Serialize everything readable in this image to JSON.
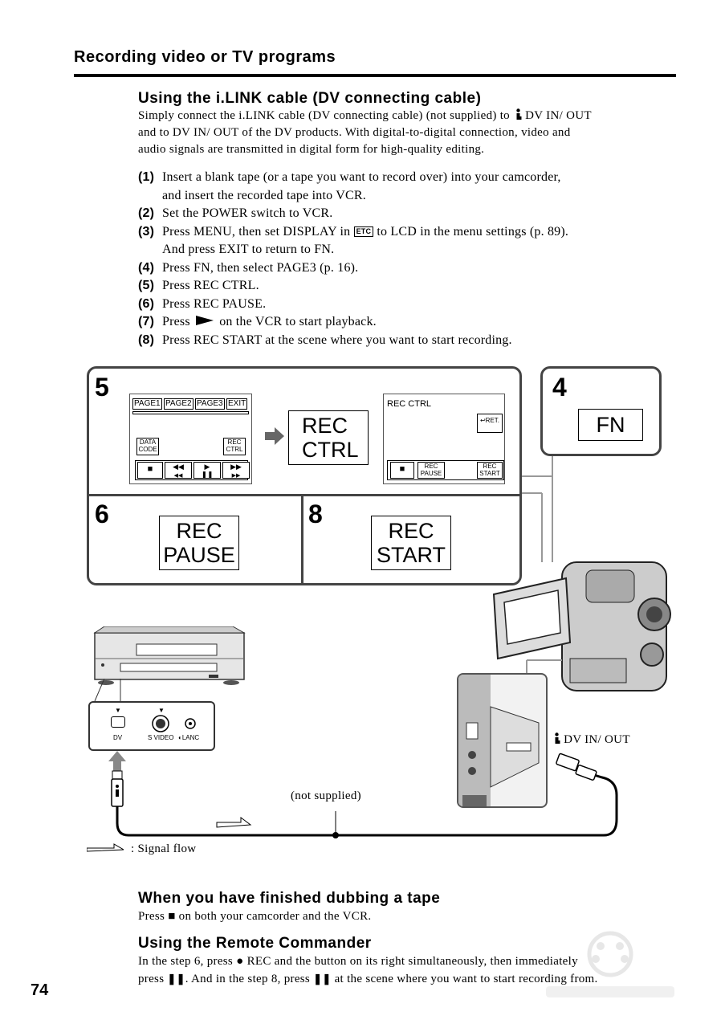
{
  "page": {
    "section_title": "Recording video or TV programs",
    "page_number": "74"
  },
  "intro": {
    "heading": "Using the i.LINK cable (DV connecting cable)",
    "lines": [
      "Simply connect the i.LINK cable (DV connecting cable) (not supplied) to",
      "DV IN/ OUT",
      "and to DV IN/ OUT of the DV products.  With digital-to-digital connection, video and",
      "audio signals are transmitted in digital form for high-quality editing."
    ]
  },
  "steps": [
    {
      "num": "(1)",
      "lines": [
        "Insert a blank tape (or a tape you want to record over) into your camcorder,",
        "and insert the recorded tape into VCR."
      ]
    },
    {
      "num": "(2)",
      "lines": [
        "Set the POWER switch to VCR."
      ]
    },
    {
      "num": "(3)",
      "lines": [
        "Press MENU, then set DISPLAY in",
        "to LCD in the menu settings (p. 89).",
        "And press EXIT to return to FN."
      ]
    },
    {
      "num": "(4)",
      "lines": [
        "Press FN, then select PAGE3 (p. 16)."
      ]
    },
    {
      "num": "(5)",
      "lines": [
        "Press REC CTRL."
      ]
    },
    {
      "num": "(6)",
      "lines": [
        "Press REC PAUSE."
      ]
    },
    {
      "num": "(7)",
      "lines": [
        "Press",
        "on the VCR to start playback."
      ]
    },
    {
      "num": "(8)",
      "lines": [
        "Press REC START at the scene where you want to start recording."
      ]
    }
  ],
  "etc_icon_text": "ETC",
  "diagram": {
    "panel5": {
      "number": "5",
      "tabs": [
        "PAGE1",
        "PAGE2",
        "PAGE3",
        "EXIT"
      ],
      "data_code": [
        "DATA",
        "CODE"
      ],
      "rec_ctrl_small": [
        "REC",
        "CTRL"
      ],
      "big_button": [
        "REC",
        "CTRL"
      ],
      "screen2_title": "REC CTRL",
      "ret": "RET.",
      "rec_pause_small": [
        "REC",
        "PAUSE"
      ],
      "rec_start_small": [
        "REC",
        "START"
      ]
    },
    "panel4": {
      "number": "4",
      "button": "FN"
    },
    "panel6": {
      "number": "6",
      "button": [
        "REC",
        "PAUSE"
      ]
    },
    "panel8": {
      "number": "8",
      "button": [
        "REC",
        "START"
      ]
    },
    "vcr_jacks": [
      "DV",
      "S VIDEO",
      "LANC"
    ],
    "dv_in_out": "DV IN/ OUT",
    "not_supplied": "(not supplied)",
    "signal_flow": ": Signal flow"
  },
  "finished": {
    "heading": "When you have finished dubbing a tape",
    "text_before": "Press",
    "text_after": "on both your camcorder and the VCR."
  },
  "remote": {
    "heading": "Using the Remote Commander",
    "line1_a": "In the step 6, press",
    "line1_b": "REC and the button on its right simultaneously, then immediately",
    "line2_a": "press",
    "line2_b": ". And in the step 8, press",
    "line2_c": "at the scene where you want to start recording from."
  }
}
